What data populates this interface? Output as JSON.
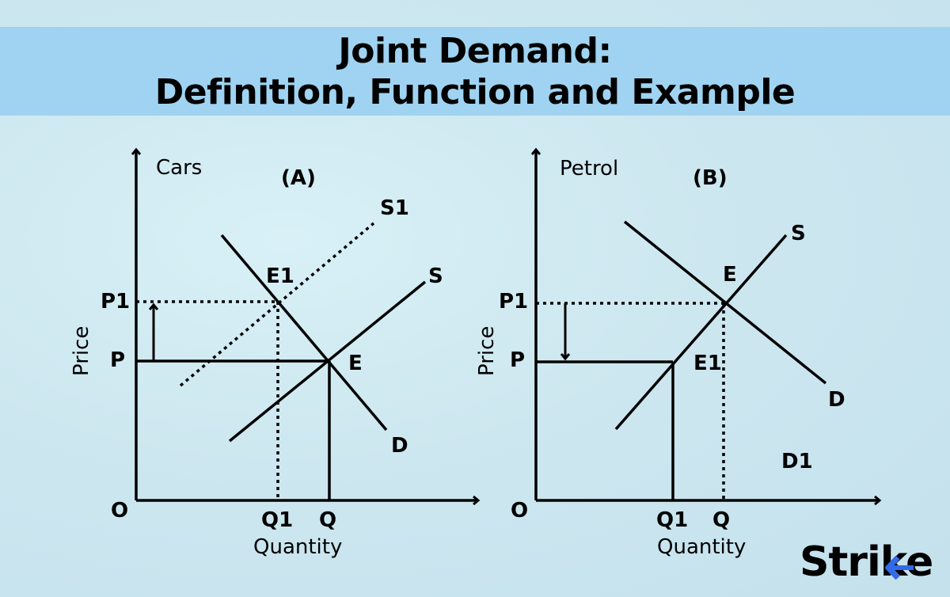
{
  "header": {
    "title_line1": "Joint Demand:",
    "title_line2": "Definition, Function and Example",
    "banner_color": "#9fd3f1"
  },
  "brand": {
    "logo_text": "Strike",
    "logo_accent_color": "#2f6bea"
  },
  "diagrams": [
    {
      "id": "A",
      "panel_label": "(A)",
      "good": "Cars",
      "y_axis_label": "Price",
      "x_axis_label": "Quantity",
      "origin": "O",
      "price_labels": [
        "P1",
        "P"
      ],
      "quantity_labels": [
        "Q1",
        "Q"
      ],
      "curves": [
        "S1",
        "S",
        "D"
      ],
      "points": [
        "E1",
        "E"
      ],
      "price_change": "increase"
    },
    {
      "id": "B",
      "panel_label": "(B)",
      "good": "Petrol",
      "y_axis_label": "Price",
      "x_axis_label": "Quantity",
      "origin": "O",
      "price_labels": [
        "P1",
        "P"
      ],
      "quantity_labels": [
        "Q1",
        "Q"
      ],
      "curves": [
        "S",
        "D",
        "D1"
      ],
      "points": [
        "E",
        "E1"
      ],
      "price_change": "decrease"
    }
  ]
}
